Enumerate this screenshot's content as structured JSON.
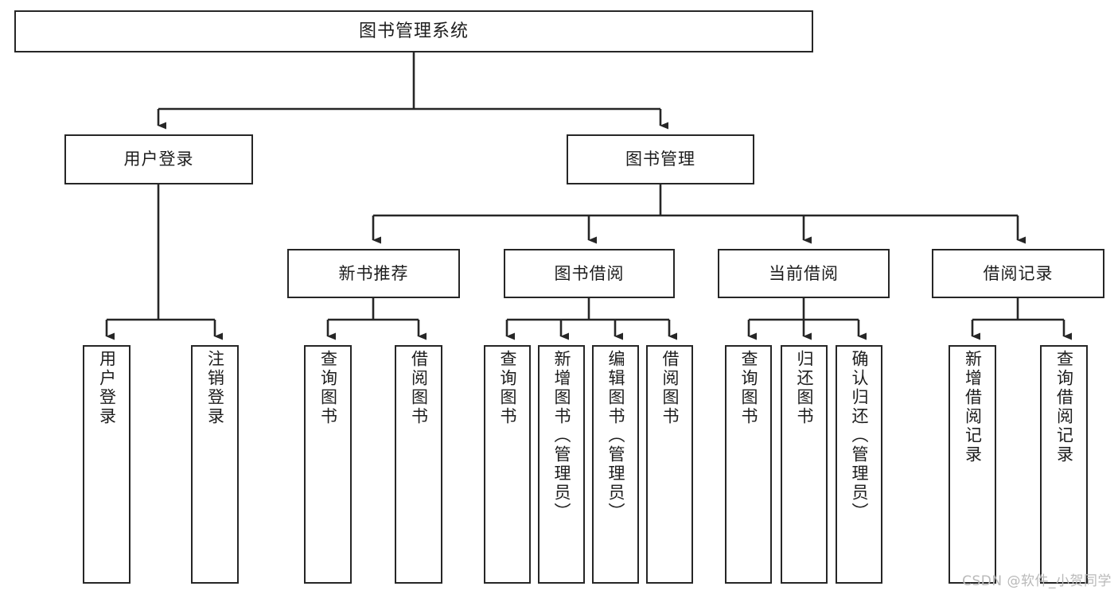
{
  "diagram": {
    "title": "图书管理系统",
    "type": "tree-hierarchy",
    "watermark": "CSDN @软件_小贺同学",
    "colors": {
      "box_border": "#262626",
      "box_fill": "#ffffff",
      "edge": "#262626",
      "text": "#1d1d1d",
      "watermark": "#b9b9b9",
      "background": "#ffffff"
    },
    "levels": {
      "root": {
        "label": "图书管理系统"
      },
      "level2": [
        {
          "id": "user-login",
          "label": "用户登录"
        },
        {
          "id": "book-manage",
          "label": "图书管理"
        }
      ],
      "level3": [
        {
          "id": "new-book-recommend",
          "label": "新书推荐",
          "parent": "book-manage"
        },
        {
          "id": "book-borrow",
          "label": "图书借阅",
          "parent": "book-manage"
        },
        {
          "id": "current-borrow",
          "label": "当前借阅",
          "parent": "book-manage"
        },
        {
          "id": "borrow-record",
          "label": "借阅记录",
          "parent": "book-manage"
        }
      ],
      "leaves": {
        "user-login": [
          {
            "id": "leaf-user-login",
            "label": "用户登录"
          },
          {
            "id": "leaf-logout",
            "label": "注销登录"
          }
        ],
        "new-book-recommend": [
          {
            "id": "leaf-query-book-1",
            "label": "查询图书"
          },
          {
            "id": "leaf-borrow-book-1",
            "label": "借阅图书"
          }
        ],
        "book-borrow": [
          {
            "id": "leaf-query-book-2",
            "label": "查询图书"
          },
          {
            "id": "leaf-add-book",
            "label": "新增图书（管理员）"
          },
          {
            "id": "leaf-edit-book",
            "label": "编辑图书（管理员）"
          },
          {
            "id": "leaf-borrow-book-2",
            "label": "借阅图书"
          }
        ],
        "current-borrow": [
          {
            "id": "leaf-query-book-3",
            "label": "查询图书"
          },
          {
            "id": "leaf-return-book",
            "label": "归还图书"
          },
          {
            "id": "leaf-confirm-return",
            "label": "确认归还（管理员）"
          }
        ],
        "borrow-record": [
          {
            "id": "leaf-add-record",
            "label": "新增借阅记录"
          },
          {
            "id": "leaf-query-record",
            "label": "查询借阅记录"
          }
        ]
      }
    }
  }
}
